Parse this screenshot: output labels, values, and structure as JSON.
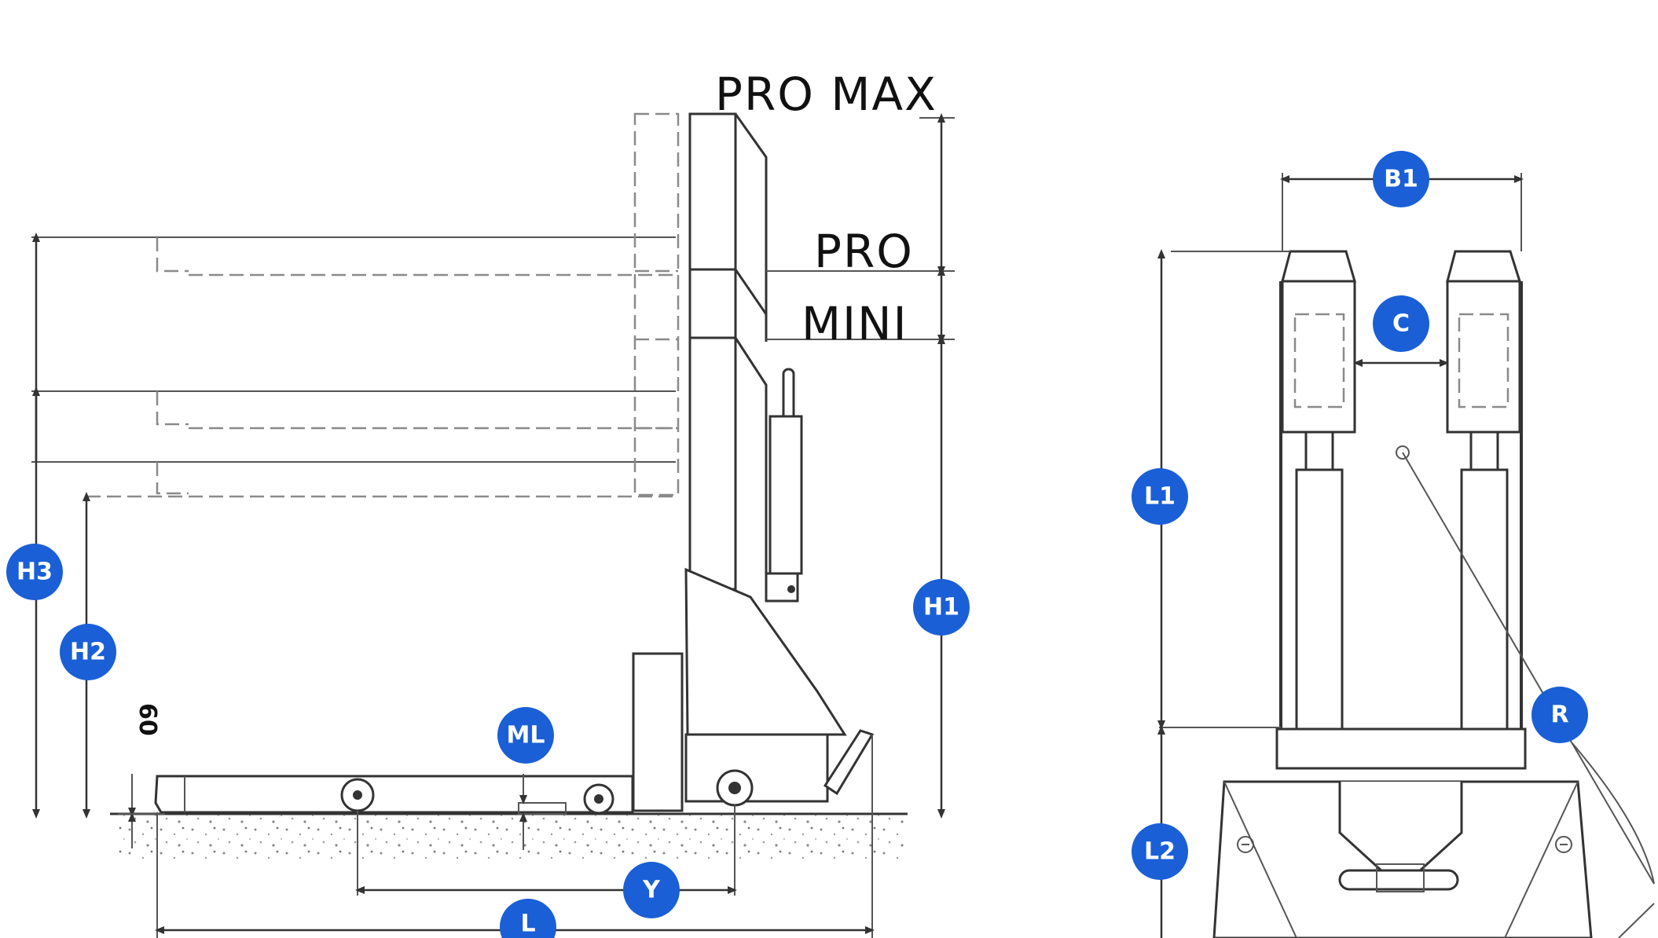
{
  "variants": {
    "pro_max": "PRO MAX",
    "pro": "PRO",
    "mini": "MINI"
  },
  "dimension_60": "60",
  "badges": {
    "H1": "H1",
    "H2": "H2",
    "H3": "H3",
    "ML": "ML",
    "Y": "Y",
    "L": "L",
    "B1": "B1",
    "C": "C",
    "L1": "L1",
    "L2": "L2",
    "R": "R"
  },
  "colors": {
    "badge": "#1a5fd6",
    "line": "#333333",
    "dashed": "#8a8a8a"
  }
}
